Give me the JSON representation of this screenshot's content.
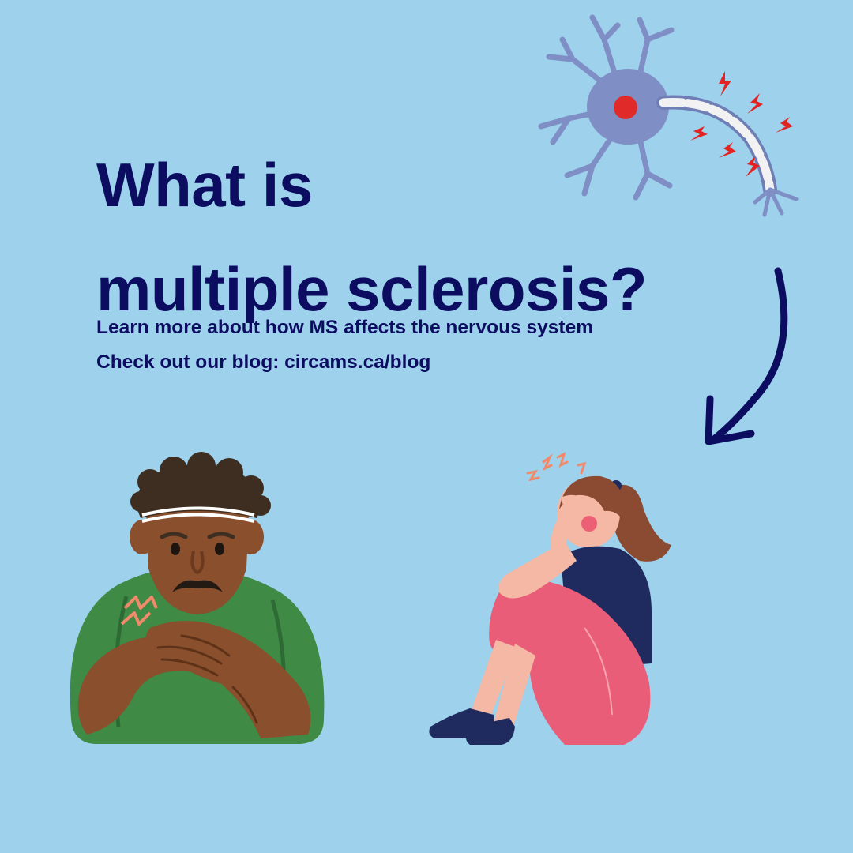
{
  "heading": {
    "line1": "What is",
    "line2": "multiple sclerosis?"
  },
  "subtext": {
    "line1": "Learn more about how MS affects the nervous system",
    "line2": "Check out our blog: circams.ca/blog"
  },
  "colors": {
    "background": "#9dd1ec",
    "text": "#0c0d61",
    "neuron": "#7f8fc6",
    "nucleus": "#e02a2a",
    "spark": "#e32222",
    "man_shirt": "#3f8a45",
    "man_skin": "#8a4f2c",
    "woman_top": "#1f2b5e",
    "woman_pants": "#ea5d78"
  },
  "icons": {
    "neuron": "neuron-icon",
    "arrow": "curved-arrow-icon",
    "man": "man-chest-pain-illustration",
    "woman": "woman-headache-illustration"
  }
}
